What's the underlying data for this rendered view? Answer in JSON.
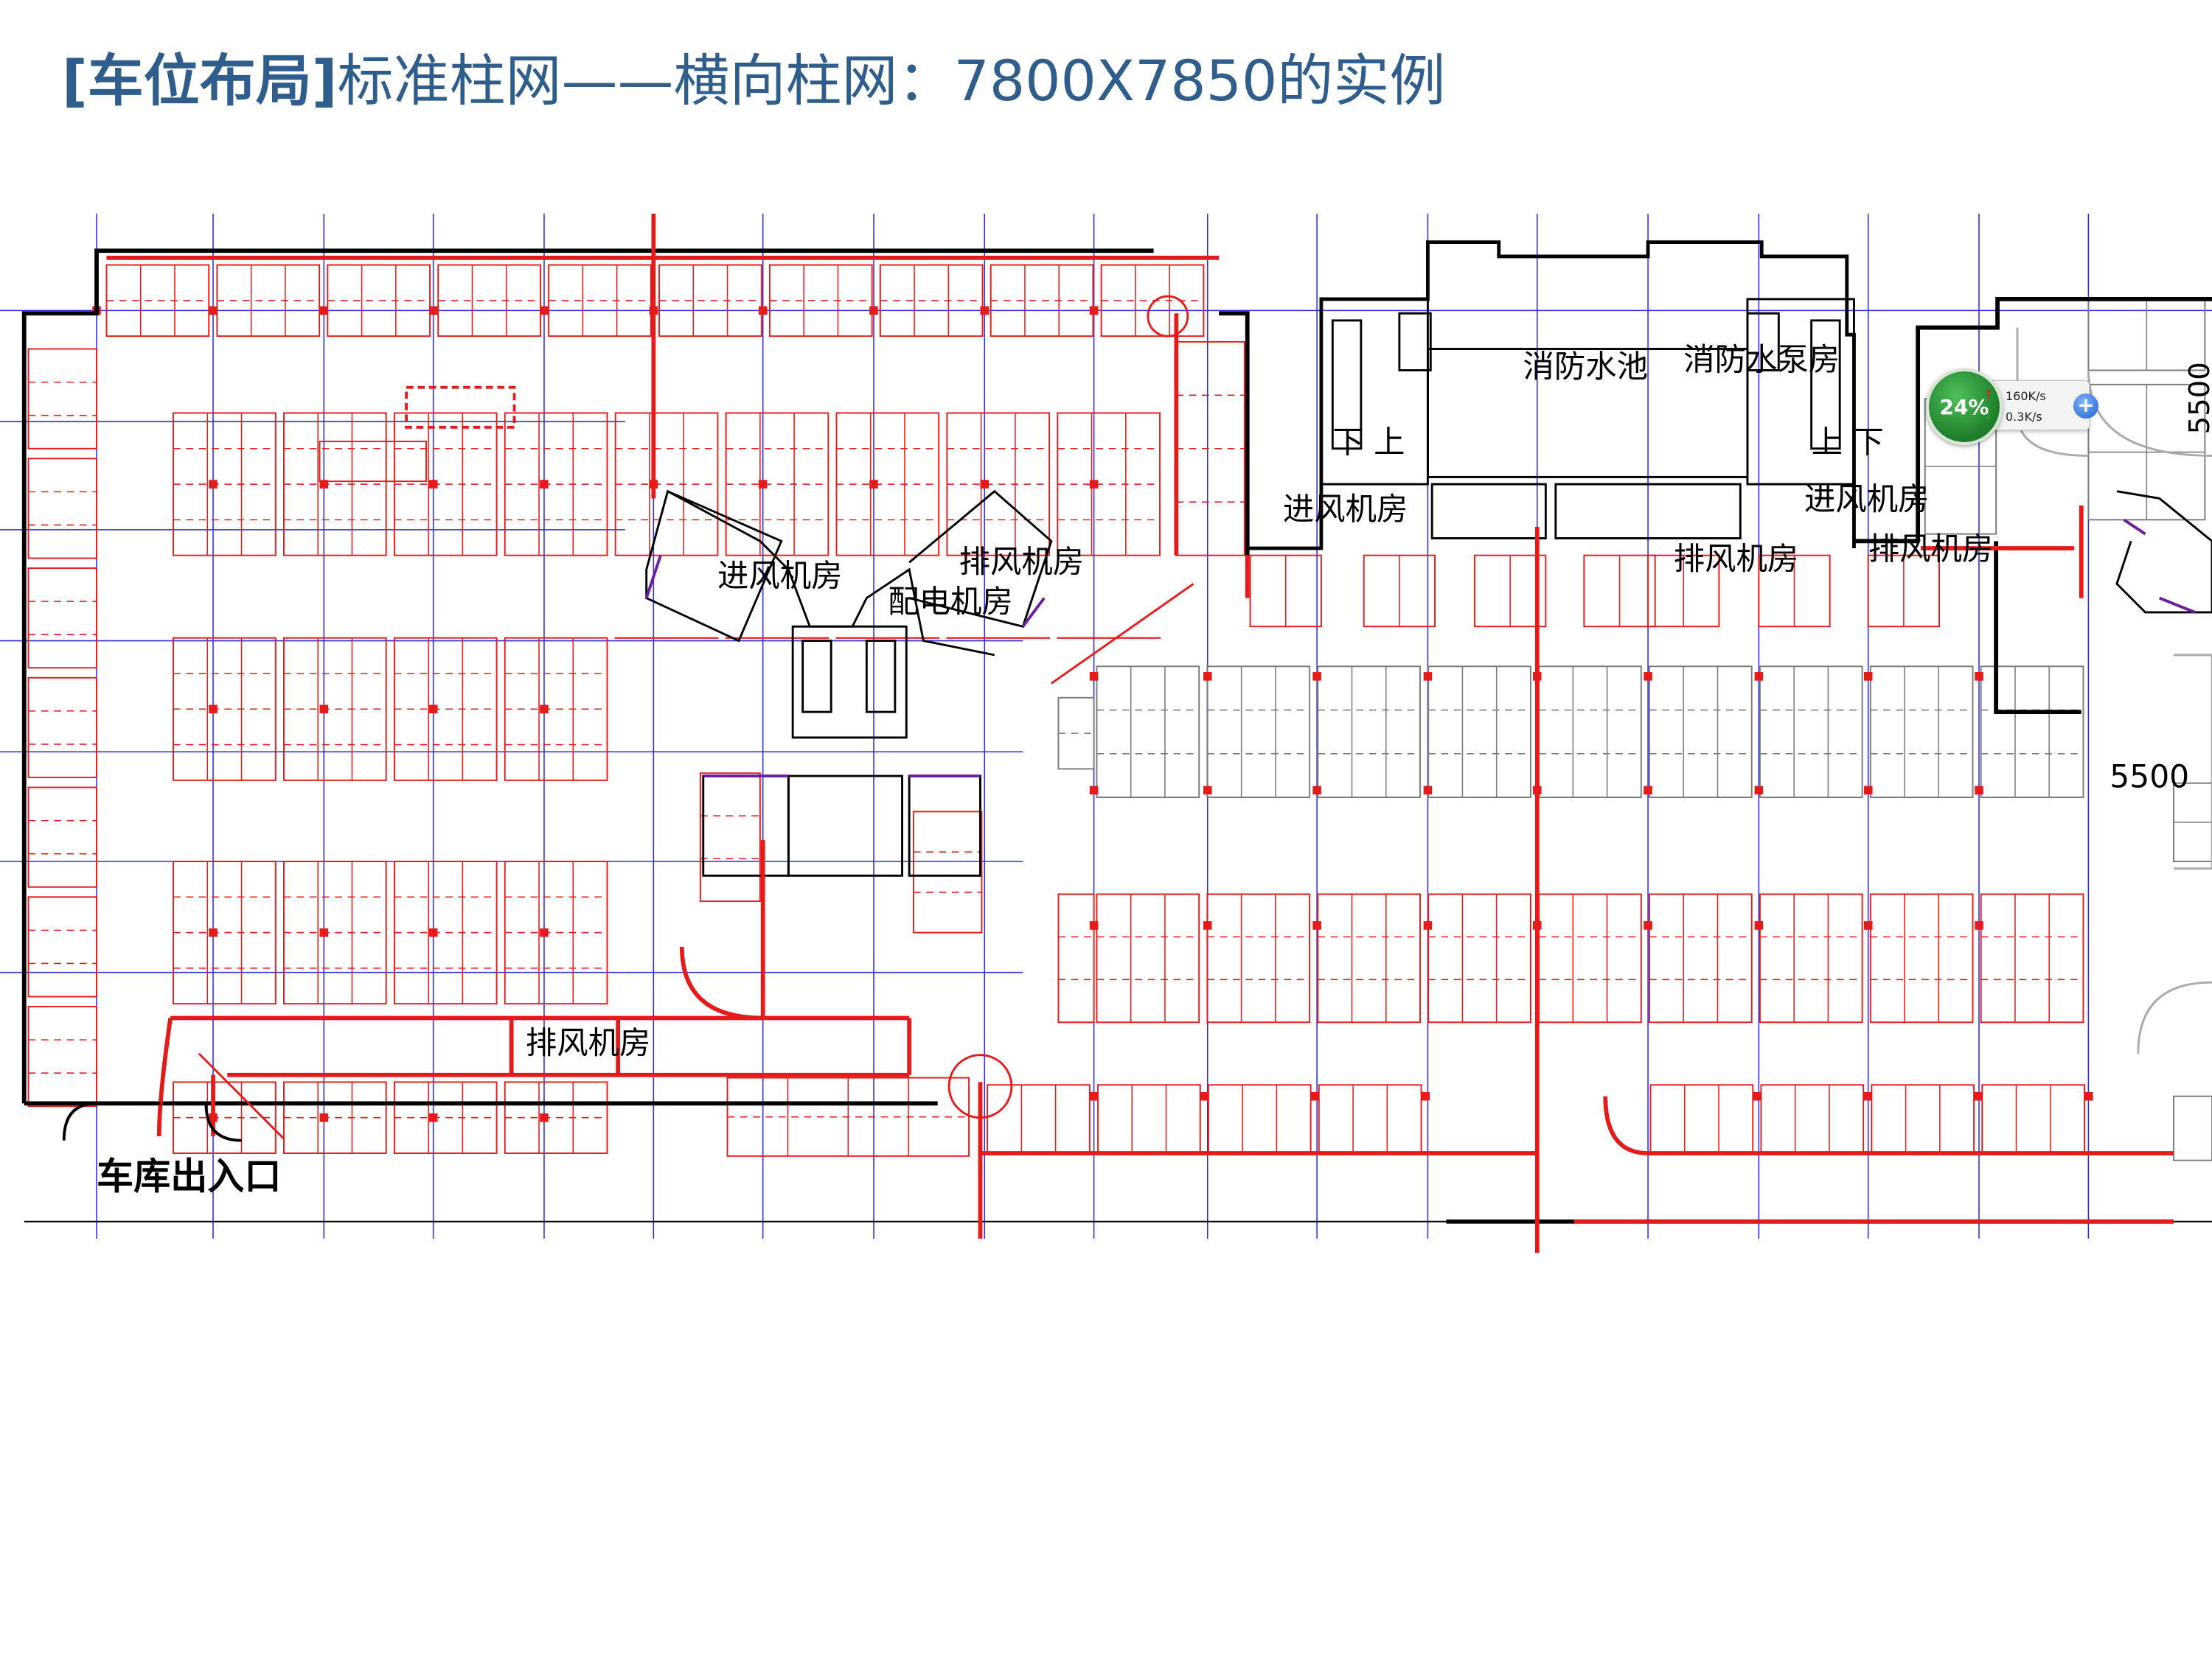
{
  "title": {
    "bold": "[车位布局]",
    "rest": "标准柱网——横向柱网：7800X7850的实例"
  },
  "plan_labels": {
    "garage_entry": "车库出入口",
    "exhaust_room_1": "排风机房",
    "exhaust_room_2": "排风机房",
    "exhaust_room_3": "排风机房",
    "exhaust_room_4": "排风机房",
    "intake_room_1": "进风机房",
    "intake_room_2": "进风机房",
    "intake_room_3": "进风机房",
    "power_room": "配电机房",
    "fire_pool": "消防水池",
    "fire_pump_room": "消防水泵房",
    "stair_down_up_1": "下 上",
    "stair_down_up_2": "上 下",
    "dim_5500_h": "5500",
    "dim_5500_v": "5500"
  },
  "widget": {
    "percent": "24%",
    "upload": "160K/s",
    "download": "0.3K/s",
    "plus": "+"
  },
  "colors": {
    "title": "#2f5d8c",
    "red": "#e41b1b",
    "blue": "#2b2be0",
    "black": "#000000",
    "gray": "#7a7a7a",
    "purple": "#6a1fa0"
  }
}
